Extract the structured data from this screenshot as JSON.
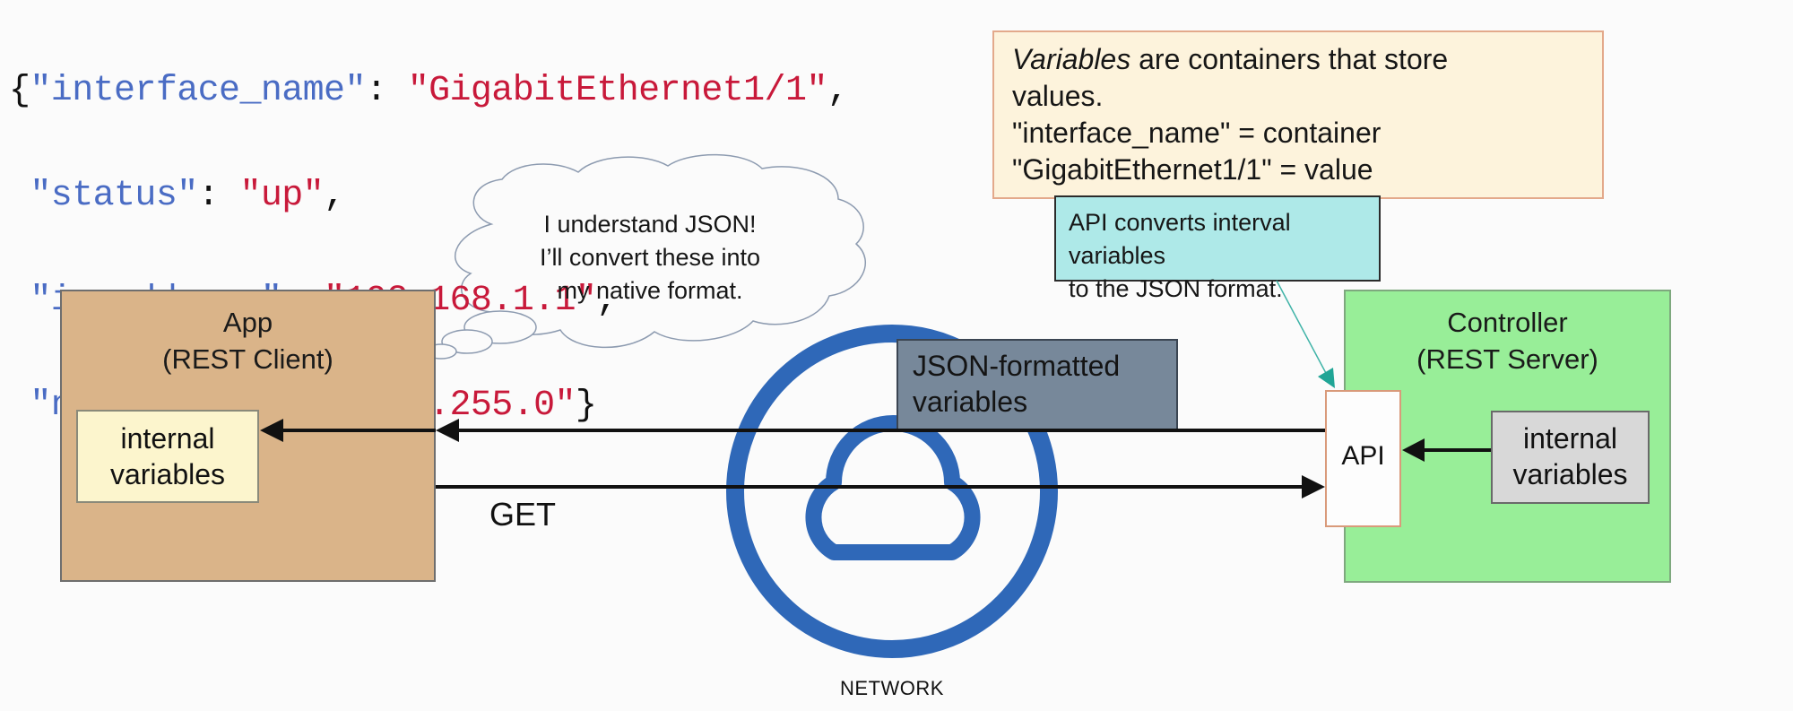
{
  "json_example": {
    "lines": [
      {
        "open": "{",
        "key": "\"interface_name\"",
        "sep": ": ",
        "value": "\"GigabitEthernet1/1\"",
        "close": ","
      },
      {
        "open": " ",
        "key": "\"status\"",
        "sep": ": ",
        "value": "\"up\"",
        "close": ","
      },
      {
        "open": " ",
        "key": "\"ip_address\"",
        "sep": ": ",
        "value": "\"192.168.1.1\"",
        "close": ","
      },
      {
        "open": " ",
        "key": "\"netmask\"",
        "sep": ": ",
        "value": "\"255.255.255.0\"",
        "close": "}"
      }
    ]
  },
  "notes": {
    "emphasis": "Variables",
    "line1_rest": " are containers that store",
    "line2": "values.",
    "line3": "\"interface_name\" = container",
    "line4": "\"GigabitEthernet1/1\" = value"
  },
  "api_note": {
    "line1": "API converts interval variables",
    "line2": "to the JSON format."
  },
  "thought_bubble": {
    "line1": "I understand JSON!",
    "line2": "I’ll convert these into",
    "line3": "my native format."
  },
  "app": {
    "title": "App",
    "subtitle": "(REST Client)",
    "internal_vars_line1": "internal",
    "internal_vars_line2": "variables"
  },
  "controller": {
    "title": "Controller",
    "subtitle": "(REST Server)",
    "api_label": "API",
    "internal_vars_line1": "internal",
    "internal_vars_line2": "variables"
  },
  "network": {
    "label": "NETWORK",
    "payload_line1": "JSON-formatted",
    "payload_line2": "variables",
    "request_label": "GET"
  },
  "colors": {
    "app_fill": "#dab489",
    "controller_fill": "#98ee98",
    "network_blue": "#2f68b8",
    "notes_fill": "#fdf3dc",
    "api_note_fill": "#aee9e8",
    "payload_fill": "#77889a",
    "json_key": "#4a6cc4",
    "json_value": "#c8193a"
  }
}
